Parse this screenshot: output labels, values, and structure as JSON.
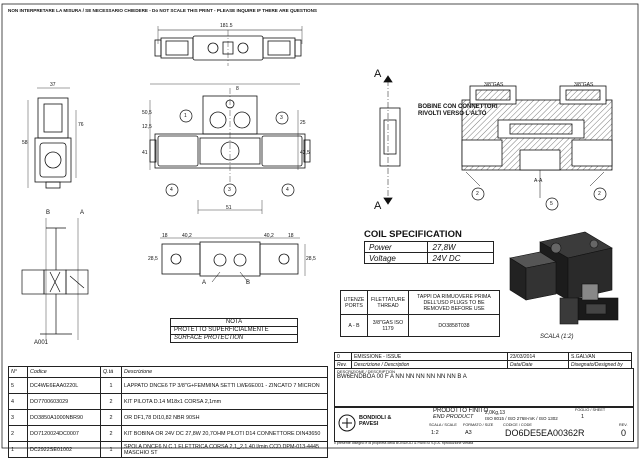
{
  "header": {
    "notice": "NON INTERPRETARE LA MISURA / SE NECESSARIO CHIEDERE - Do NOT SCALE THIS PRINT - PLEASE INQUIRE IF THERE ARE QUESTIONS"
  },
  "dims": {
    "top_width": "181.5",
    "d37": "37",
    "d76": "76",
    "d58": "58",
    "d51": "51",
    "d41": "41",
    "d25": "25",
    "d42_5": "42,5",
    "d50_5": "50,5",
    "d12_5": "12,5",
    "d18": "18",
    "d40_2a": "40,2",
    "d40_2b": "40,2",
    "d28_5": "28,5",
    "d18b": "18"
  },
  "callouts": {
    "c1": "1",
    "c2": "2",
    "c3": "3",
    "c4a": "4",
    "c4b": "4",
    "c3b": "3",
    "c2a": "2",
    "c2b": "2",
    "c5": "5"
  },
  "section": {
    "a_top": "A",
    "a_bot": "A",
    "aa": "A-A",
    "gas_l": "3/8\"GAS",
    "gas_r": "3/8\"GAS",
    "bobine": "BOBINE CON CONNETTORI",
    "rivolti": "RIVOLTI VERSO L'ALTO"
  },
  "port_letters": {
    "a": "A",
    "b": "B",
    "b2": "B",
    "a2": "A"
  },
  "hydraulic": {
    "label": "A001"
  },
  "note": {
    "title": "NOTA",
    "line1": "PROTETTO SUPERFICIALMENTE",
    "line2": "SURFACE PROTECTION"
  },
  "coil_spec": {
    "title": "COIL SPECIFICATION",
    "rows": [
      {
        "k": "Power",
        "v": "27,8W"
      },
      {
        "k": "Voltage",
        "v": "24V DC"
      }
    ]
  },
  "ports_table": {
    "headers": [
      "UTENZE PORTS",
      "FILETTATURE THREAD",
      "TAPPI DA RIMUOVERE PRIMA DELL'USO PLUGS TO BE REMOVED BEFORE USE"
    ],
    "row": [
      "A - B",
      "3/8\"GAS ISO 1179",
      "DO3858T038"
    ]
  },
  "scale_label": "SCALA (1:2)",
  "bom": {
    "headers": [
      "N°",
      "Codice",
      "Q.tà",
      "Descrizione"
    ],
    "rows": [
      {
        "n": "5",
        "code": "DC4WE6EAA0220L",
        "q": "1",
        "desc": "LAPPATO DNCE6 TP 3/8\"G+FEMMINA SETTI LWE6E001 - ZINCATO 7 MICRON"
      },
      {
        "n": "4",
        "code": "DO7700603029",
        "q": "2",
        "desc": "KIT PILOTA D.14 M18x1 CORSA 2,1mm"
      },
      {
        "n": "3",
        "code": "DO3850A1000NBR90",
        "q": "2",
        "desc": "OR DF1,78 DI10,82 NBR 90SH"
      },
      {
        "n": "2",
        "code": "DO7120024DC0007",
        "q": "2",
        "desc": "KIT BOBINA OR 24V DC 27,8W 20,7OHM PILOTI D14 CONNETTORE DIN43650"
      },
      {
        "n": "1",
        "code": "DC2922SE01002",
        "q": "1",
        "desc": "SPOLA DNCE6 N C.1 ELETTRICA CORSA 2,1_2,1 40 l/min CCD.DPM-013-4445 MASCHIO ST"
      }
    ]
  },
  "revision": {
    "row1": [
      "0",
      "EMISSIONE - ISSUE",
      "23/03/2014",
      "S.GALVAN"
    ],
    "row2": [
      "Rev.",
      "Descrizione / Description",
      "Data/Date",
      "Disegnato/Designed by"
    ],
    "desc_label": "DESCRIZIONE / DESCRIPTION",
    "desc": "BW6ENDBOA 00 F A NN NN NN NN NN NN B A"
  },
  "titleblock": {
    "company": "BONDIOLI & PAVESI",
    "prod_finito": "PRODOTTO FINITO",
    "end_product": "END PRODUCT",
    "weight": "2,0Kg,13",
    "iso": "ISO 8015 / ISO 2768-mK / ISO 1302",
    "foglio_label": "FOGLIO / SHEET",
    "foglio": "1",
    "scala_label": "SCALA / SCALE",
    "scala": "1:2",
    "formato_label": "FORMATO / SIZE",
    "formato": "A3",
    "codice_label": "CODICE / CODE",
    "codice": "DO6DE5EA00362R",
    "rev_label": "REV.",
    "rev": "0",
    "footer": "Il presente disegno è di proprietà della BONDIOLI & PAVESI S.p.A. riproduzione vietata"
  }
}
